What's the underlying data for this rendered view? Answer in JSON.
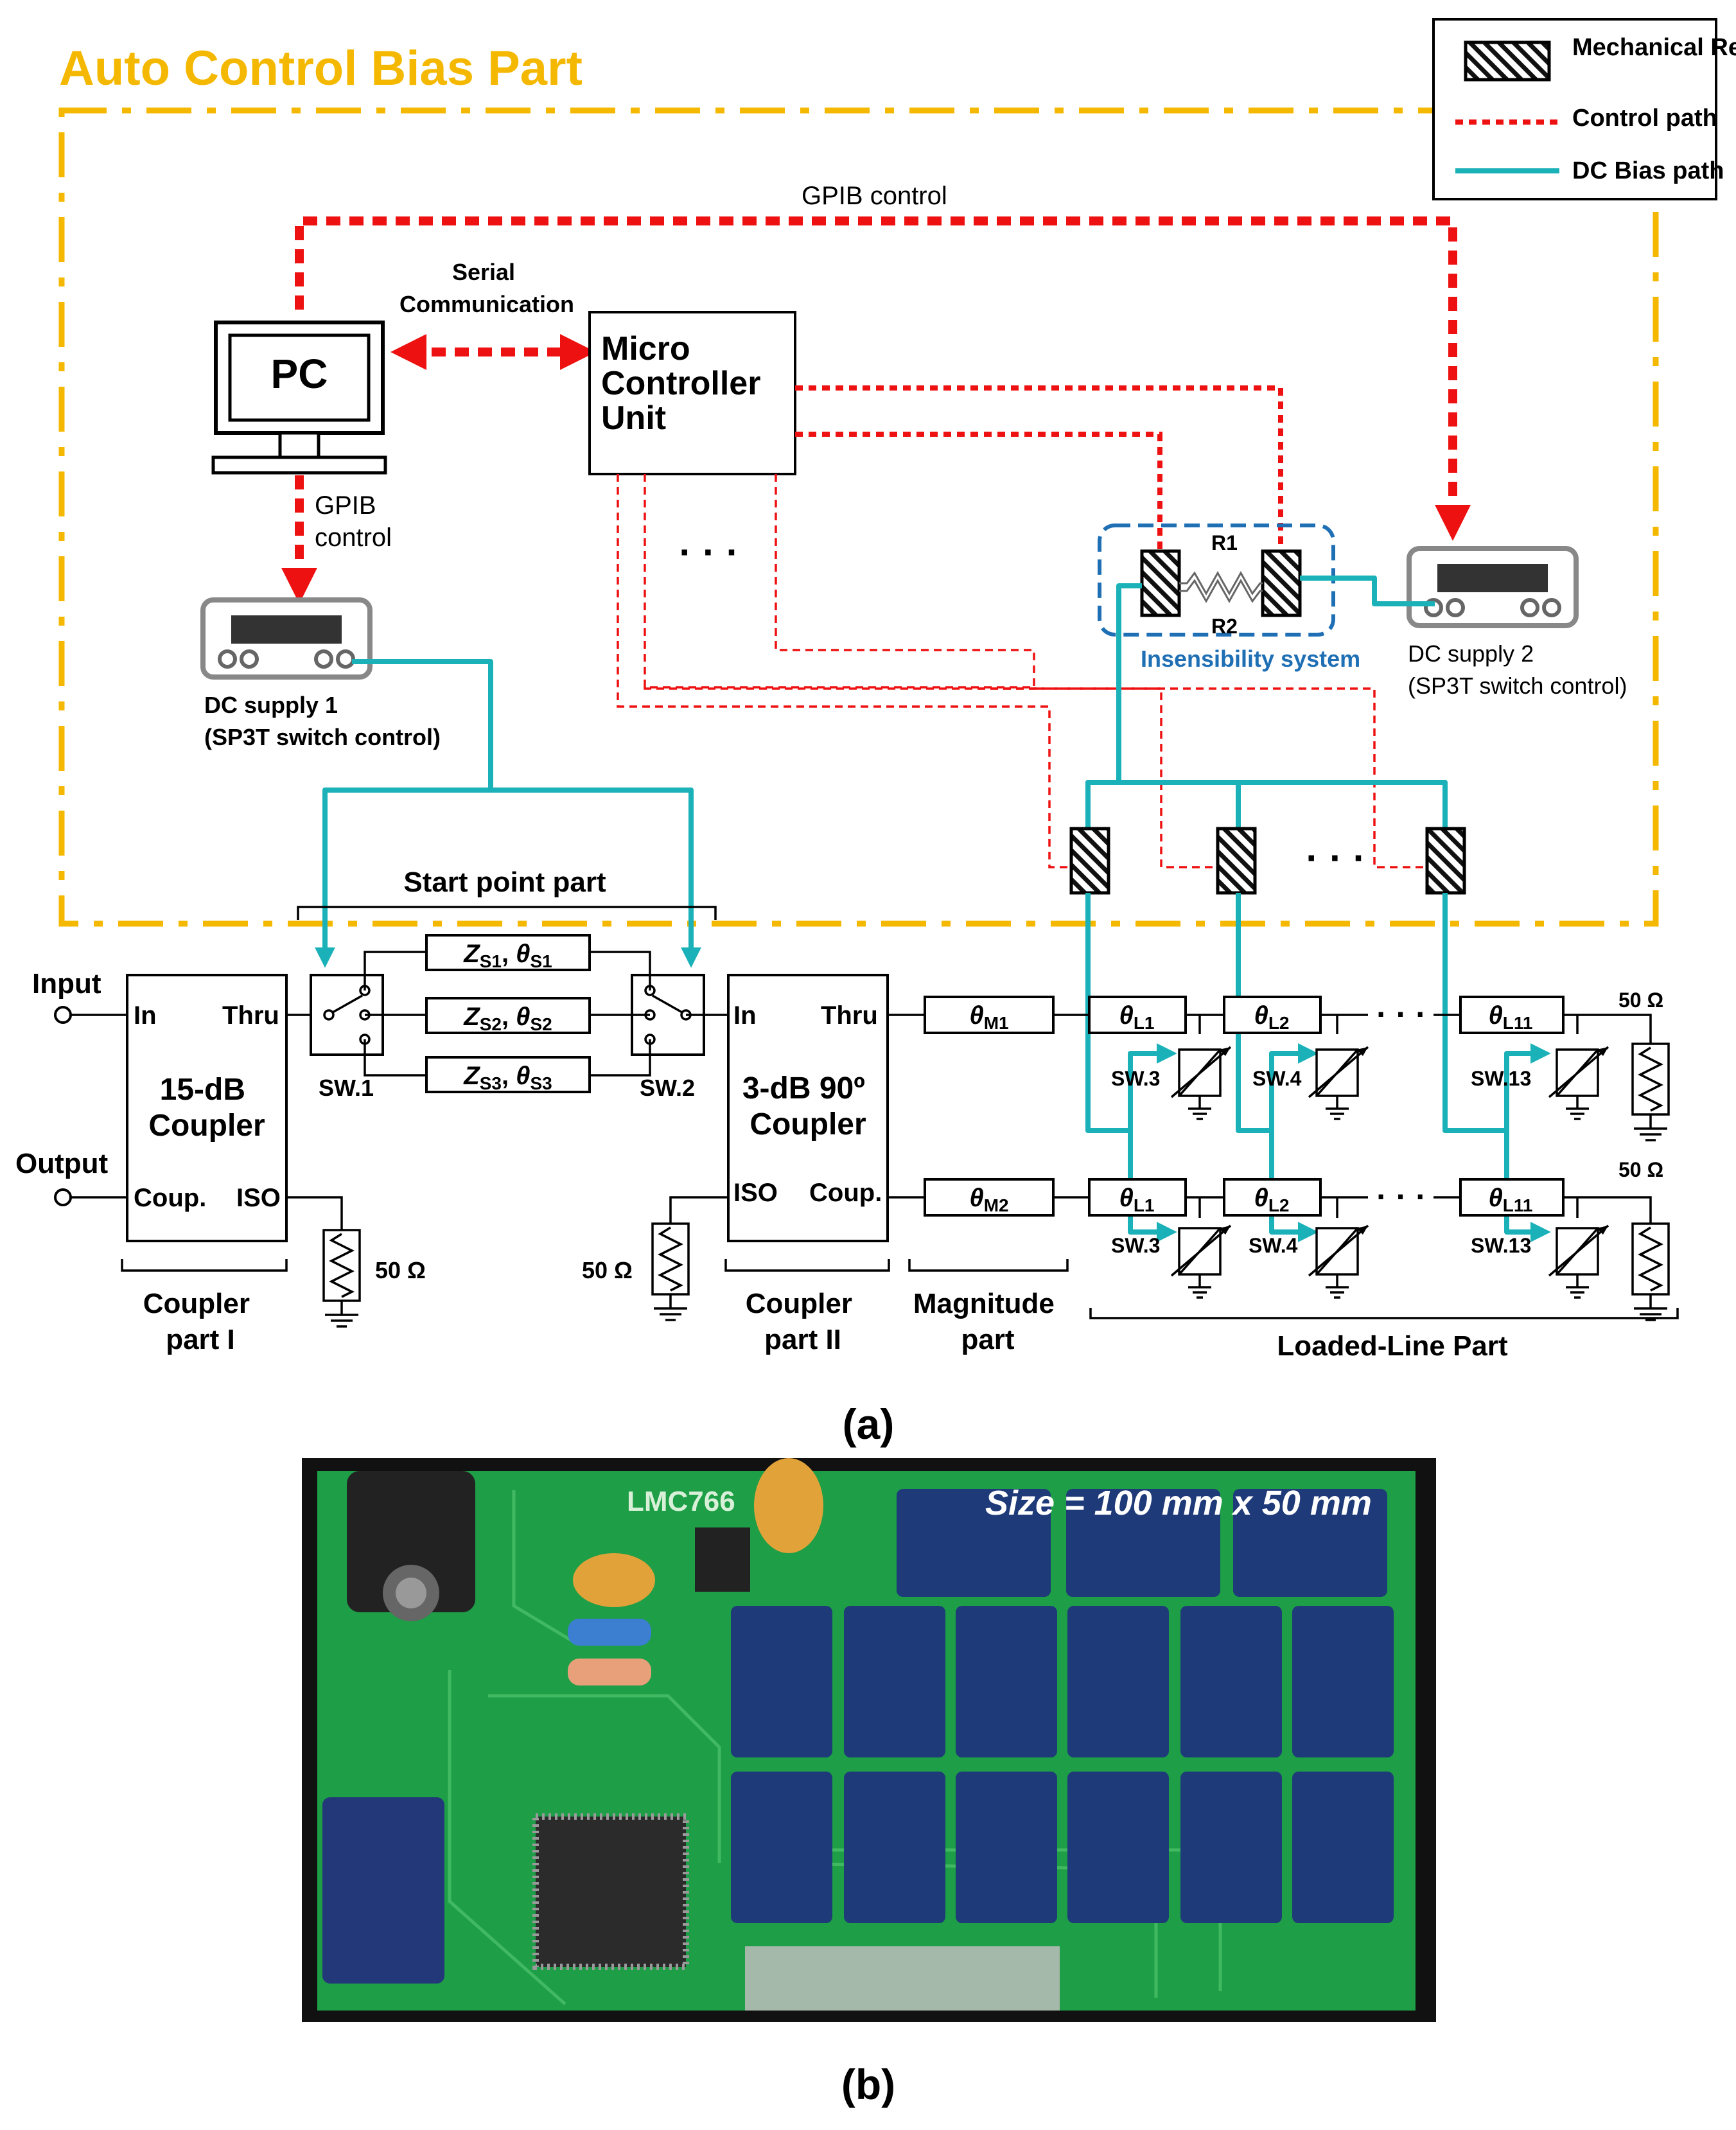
{
  "panel_a": {
    "title": "Auto Control Bias Part",
    "legend": {
      "relay": "Mechanical Relay",
      "control": "Control path",
      "dc": "DC Bias path"
    },
    "gpib_top": "GPIB control",
    "pc": "PC",
    "serial": [
      "Serial",
      "Communication"
    ],
    "mcu": [
      "Micro",
      "Controller",
      "Unit"
    ],
    "gpib_left": [
      "GPIB",
      "control"
    ],
    "dc_supply_1": [
      "DC supply  1",
      "(SP3T switch control)"
    ],
    "dc_supply_2": [
      "DC supply 2",
      "(SP3T switch control)"
    ],
    "insensibility": "Insensibility system",
    "r1": "R1",
    "r2": "R2",
    "dots": "· · ·",
    "start_point": "Start point part",
    "input": "Input",
    "output": "Output",
    "coupler1": {
      "in": "In",
      "thru": "Thru",
      "coup": "Coup.",
      "iso": "ISO",
      "name": [
        "15-dB",
        "Coupler"
      ]
    },
    "coupler2": {
      "in": "In",
      "thru": "Thru",
      "coup": "Coup.",
      "iso": "ISO",
      "name": [
        "3-dB 90º",
        "Coupler"
      ]
    },
    "stubs": [
      {
        "z": "Z",
        "zsub": "S1",
        "t": "θ",
        "tsub": "S1"
      },
      {
        "z": "Z",
        "zsub": "S2",
        "t": "θ",
        "tsub": "S2"
      },
      {
        "z": "Z",
        "zsub": "S3",
        "t": "θ",
        "tsub": "S3"
      }
    ],
    "sw1": "SW.1",
    "sw2": "SW.2",
    "theta": "θ",
    "m1": "M1",
    "m2": "M2",
    "l1": "L1",
    "l2": "L2",
    "l11": "L11",
    "sw3": "SW.3",
    "sw4": "SW.4",
    "sw13": "SW.13",
    "ohm": "50 Ω",
    "part_coupler1": [
      "Coupler",
      "part I"
    ],
    "part_coupler2": [
      "Coupler",
      "part II"
    ],
    "part_magnitude": [
      "Magnitude",
      "part"
    ],
    "part_loaded": "Loaded-Line  Part",
    "caption": "(a)"
  },
  "panel_b": {
    "size": "Size = 100 mm x 50 mm",
    "chip": "LMC766",
    "caption": "(b)"
  }
}
